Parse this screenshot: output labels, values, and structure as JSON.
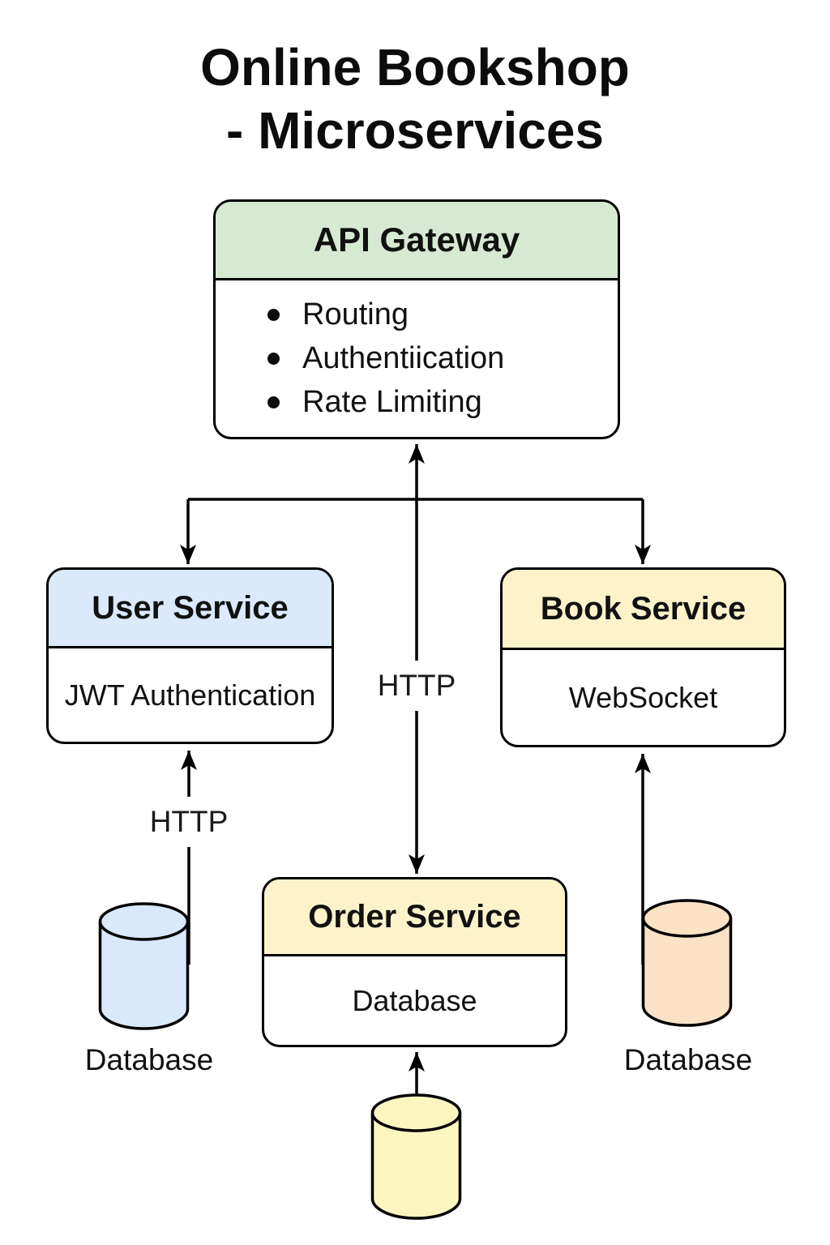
{
  "title": {
    "line1": "Online Bookshop",
    "line2": "- Microservices"
  },
  "nodes": {
    "api_gateway": {
      "title": "API Gateway",
      "header_color": "#d7e9d3",
      "items": [
        "Routing",
        "Authentiication",
        "Rate Limiting"
      ]
    },
    "user_service": {
      "title": "User Service",
      "header_color": "#dbe9fb",
      "body": "JWT Authentication"
    },
    "book_service": {
      "title": "Book Service",
      "header_color": "#fcf3cb",
      "body": "WebSocket"
    },
    "order_service": {
      "title": "Order Service",
      "header_color": "#fcf3cb",
      "body": "Database"
    }
  },
  "edges": {
    "gateway_order_label": "HTTP",
    "user_db_label": "HTTP"
  },
  "databases": {
    "user_db": {
      "color": "#d9e8fb",
      "label": "Database"
    },
    "book_db": {
      "color": "#fbe2c4",
      "label": "Database"
    },
    "order_db": {
      "color": "#fbf5c0"
    }
  }
}
